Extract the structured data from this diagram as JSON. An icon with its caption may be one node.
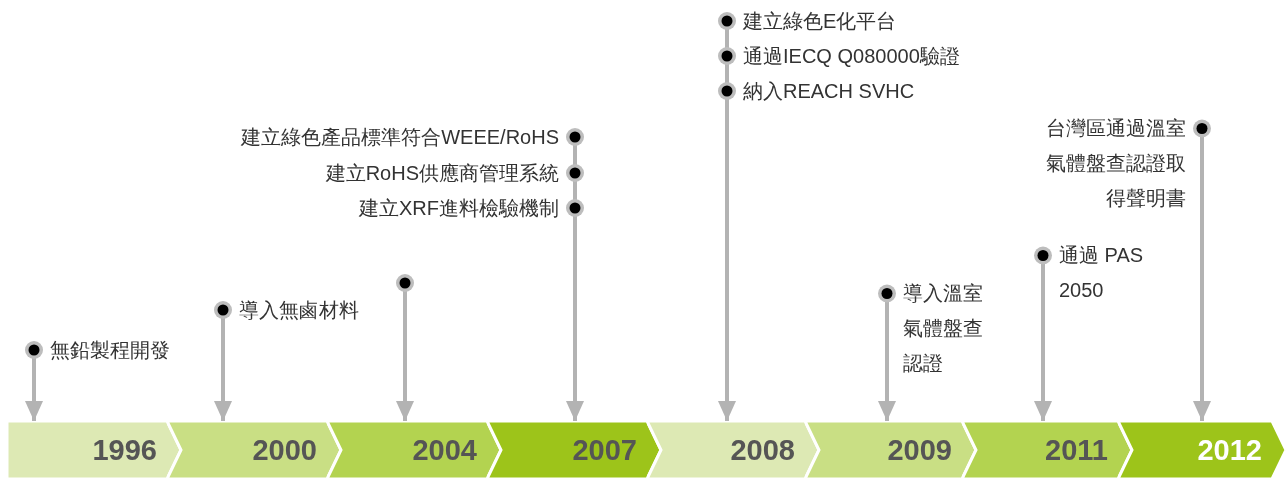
{
  "diagram": {
    "nodes": [
      {
        "text": [
          "無鉛製程開發"
        ]
      },
      {
        "text": [
          "導入無鹵材料"
        ]
      },
      {
        "text": [],
        "shape": "circle"
      },
      {
        "text": [
          "建立綠色產品標準符合WEEE/RoHS"
        ]
      },
      {
        "text": [
          "建立RoHS供應商管理系統"
        ]
      },
      {
        "text": [
          "建立XRF進料檢驗機制"
        ]
      },
      {
        "text": [
          "建立綠色E化平台"
        ]
      },
      {
        "text": [
          "通過IECQ Q080000驗證"
        ]
      },
      {
        "text": [
          "納入REACH SVHC"
        ]
      },
      {
        "text": [
          "導入溫室氣體盤查認證"
        ]
      },
      {
        "text": [
          "通過 PAS 2050"
        ]
      },
      {
        "text": [
          "台灣區通過溫室氣體盤查認證取得聲明書"
        ]
      },
      {
        "text": [
          "1996"
        ]
      },
      {
        "text": [
          "2000"
        ]
      },
      {
        "text": [
          "2004"
        ]
      },
      {
        "text": [
          "2007"
        ]
      },
      {
        "text": [
          "2008"
        ]
      },
      {
        "text": [
          "2009"
        ]
      },
      {
        "text": [
          "2011"
        ]
      },
      {
        "text": [
          "2012"
        ]
      }
    ],
    "edges": [
      {
        "from": 0,
        "to": 12,
        "arrow": "to"
      },
      {
        "from": 1,
        "to": 13,
        "arrow": "to"
      },
      {
        "from": 2,
        "to": 14,
        "arrow": "to"
      },
      {
        "from": 3,
        "to": 4,
        "arrow": "none"
      },
      {
        "from": 4,
        "to": 5,
        "arrow": "none"
      },
      {
        "from": 5,
        "to": 15,
        "arrow": "to"
      },
      {
        "from": 6,
        "to": 7,
        "arrow": "none"
      },
      {
        "from": 7,
        "to": 8,
        "arrow": "none"
      },
      {
        "from": 8,
        "to": 16,
        "arrow": "to"
      },
      {
        "from": 9,
        "to": 17,
        "arrow": "to"
      },
      {
        "from": 10,
        "to": 18,
        "arrow": "to"
      },
      {
        "from": 11,
        "to": 19,
        "arrow": "to"
      }
    ]
  }
}
